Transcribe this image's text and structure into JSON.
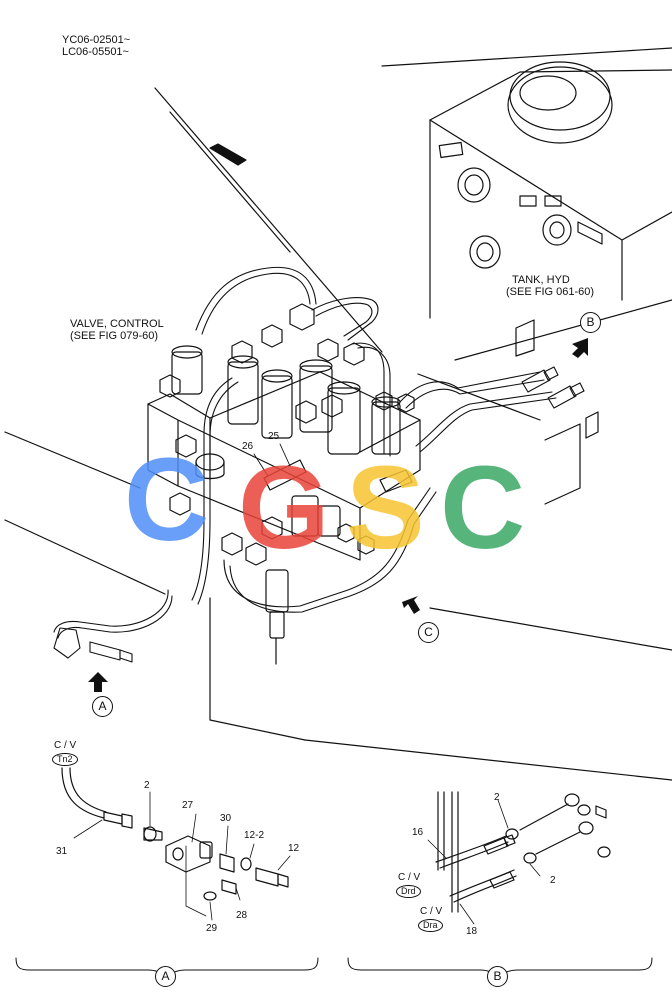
{
  "header": {
    "serial_yc": "YC06-02501~",
    "serial_lc": "LC06-05501~"
  },
  "callouts": {
    "valve_control_line1": "VALVE, CONTROL",
    "valve_control_line2": "(SEE FIG 079-60)",
    "tank_hyd_line1": "TANK, HYD",
    "tank_hyd_line2": "(SEE FIG 061-60)"
  },
  "view_refs": {
    "a": "A",
    "b": "B",
    "c": "C"
  },
  "main_parts": {
    "p26": "26",
    "p25": "25"
  },
  "detail_a": {
    "cv_label": "C / V",
    "cv_port": "Tn2",
    "parts": {
      "p2": "2",
      "p27": "27",
      "p30": "30",
      "p12_2": "12-2",
      "p12": "12",
      "p31": "31",
      "p28": "28",
      "p29": "29"
    },
    "section_label": "A"
  },
  "detail_b": {
    "cv_label_1": "C / V",
    "cv_port_1": "Drd",
    "cv_label_2": "C / V",
    "cv_port_2": "Dra",
    "parts": {
      "p2a": "2",
      "p2b": "2",
      "p16": "16",
      "p18": "18"
    },
    "section_label": "B"
  },
  "watermark": {
    "letters": [
      "C",
      "G",
      "S",
      "C"
    ],
    "colors": [
      "#4f8ff7",
      "#e9443a",
      "#f7c531",
      "#3aa865"
    ]
  }
}
